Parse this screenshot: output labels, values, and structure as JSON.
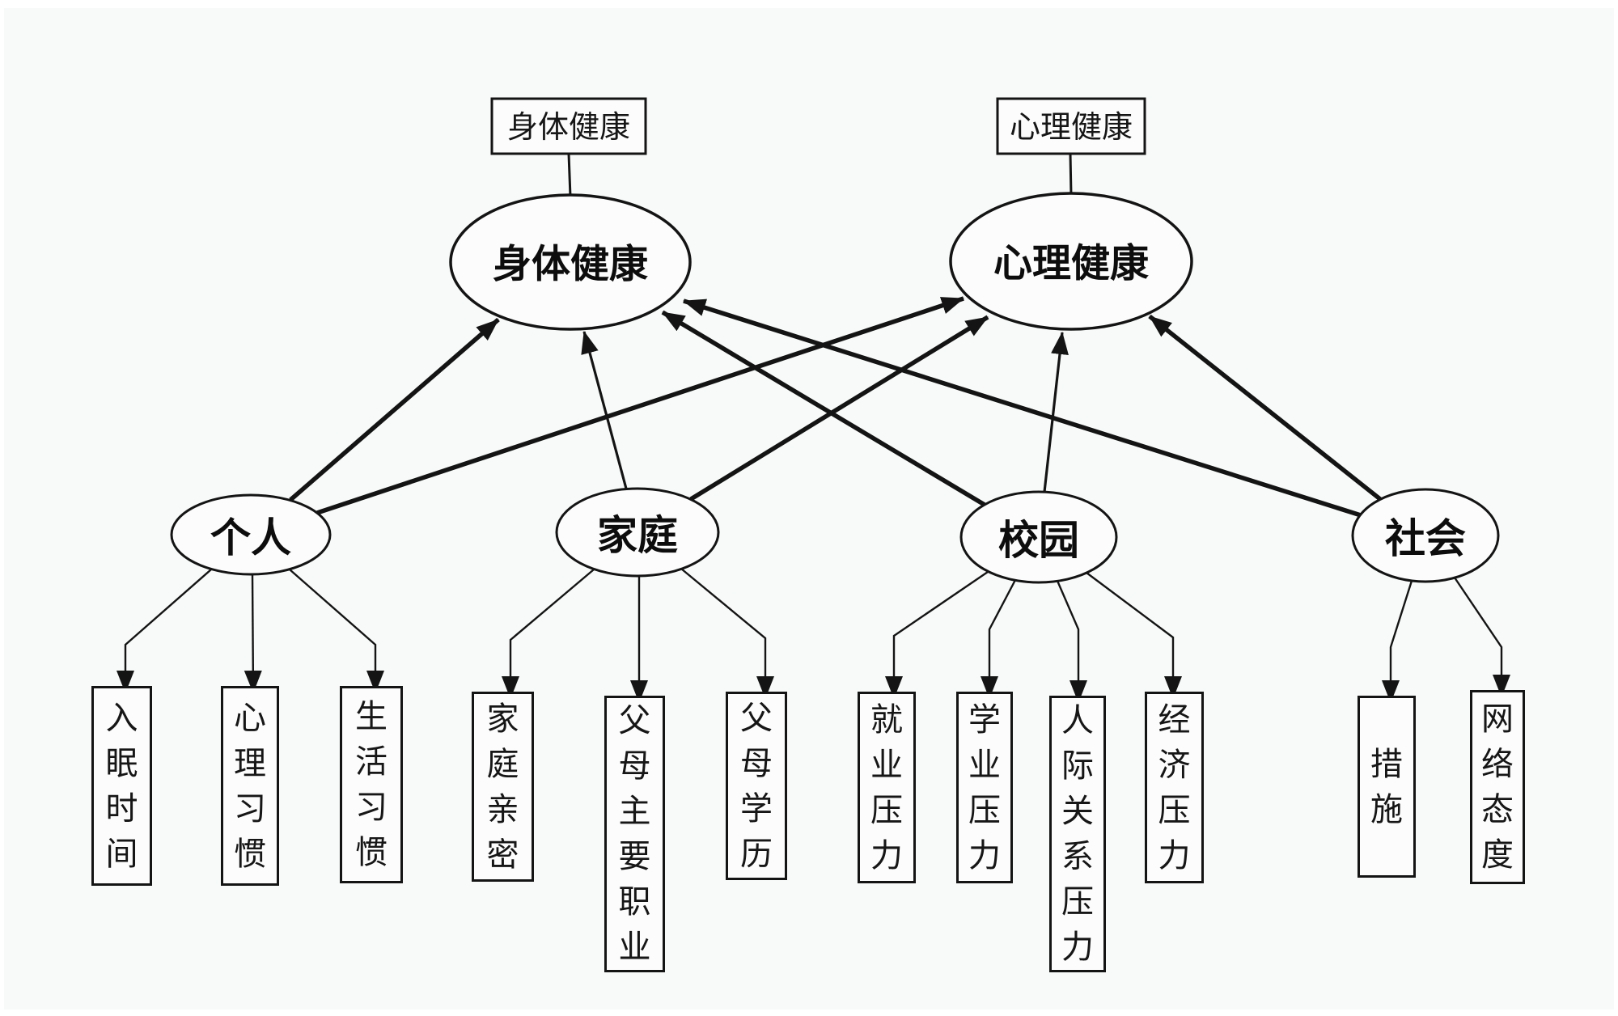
{
  "canvas": {
    "background": "#f8f9f9",
    "ink": "#141414",
    "shape_fill": "#fcfcfc"
  },
  "top_labels": {
    "physical": "身体健康",
    "mental": "心理健康"
  },
  "latent": {
    "physical": "身体健康",
    "mental": "心理健康",
    "personal": "个人",
    "family": "家庭",
    "campus": "校园",
    "society": "社会"
  },
  "indicators": {
    "sleep_time": "入眠时间",
    "psych_habit": "心理习惯",
    "life_habit": "生活习惯",
    "family_intimacy": "家庭亲密",
    "parents_occupation": "父母主要职业",
    "parents_education": "父母学历",
    "employment_pressure": "就业压力",
    "academic_pressure": "学业压力",
    "interpersonal_pressure": "人际关系压力",
    "economic_pressure": "经济压力",
    "measures": "措施",
    "internet_attitude": "网络态度"
  },
  "structural_edges": [
    {
      "from": "personal",
      "to": "physical"
    },
    {
      "from": "personal",
      "to": "mental"
    },
    {
      "from": "family",
      "to": "physical"
    },
    {
      "from": "family",
      "to": "mental"
    },
    {
      "from": "campus",
      "to": "physical"
    },
    {
      "from": "campus",
      "to": "mental"
    },
    {
      "from": "society",
      "to": "physical"
    },
    {
      "from": "society",
      "to": "mental"
    }
  ],
  "indicator_edges": [
    {
      "from": "personal",
      "to": "sleep_time"
    },
    {
      "from": "personal",
      "to": "psych_habit"
    },
    {
      "from": "personal",
      "to": "life_habit"
    },
    {
      "from": "family",
      "to": "family_intimacy"
    },
    {
      "from": "family",
      "to": "parents_occupation"
    },
    {
      "from": "family",
      "to": "parents_education"
    },
    {
      "from": "campus",
      "to": "employment_pressure"
    },
    {
      "from": "campus",
      "to": "academic_pressure"
    },
    {
      "from": "campus",
      "to": "interpersonal_pressure"
    },
    {
      "from": "campus",
      "to": "economic_pressure"
    },
    {
      "from": "society",
      "to": "measures"
    },
    {
      "from": "society",
      "to": "internet_attitude"
    }
  ]
}
